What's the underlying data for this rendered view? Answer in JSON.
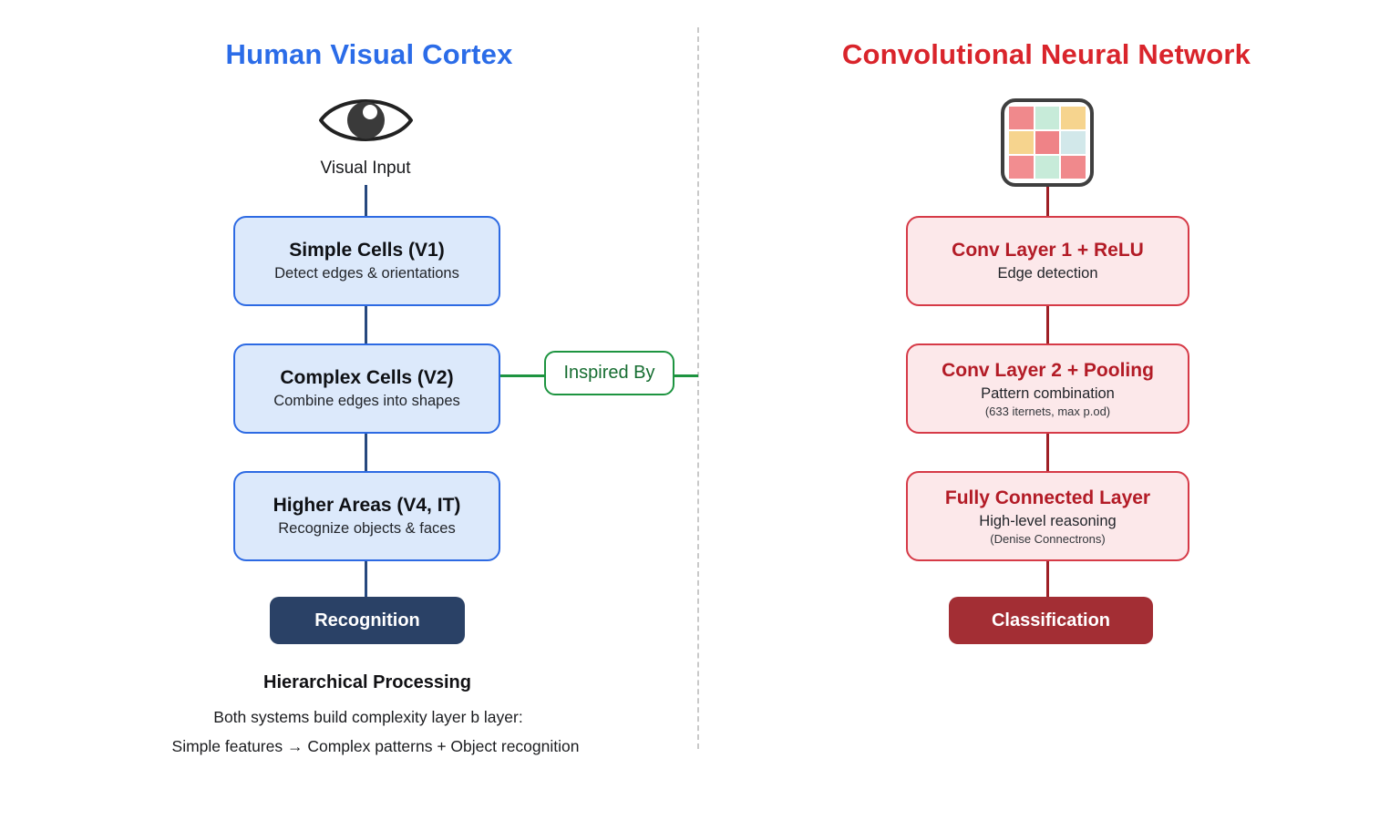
{
  "left": {
    "title": "Human Visual Cortex",
    "input_label": "Visual Input",
    "boxes": [
      {
        "title": "Simple Cells (V1)",
        "subtitle": "Detect edges & orientations"
      },
      {
        "title": "Complex Cells (V2)",
        "subtitle": "Combine edges into shapes"
      },
      {
        "title": "Higher Areas (V4, IT)",
        "subtitle": "Recognize objects & faces"
      }
    ],
    "terminal": "Recognition",
    "footer": {
      "heading": "Hierarchical Processing",
      "line1": "Both systems build complexity layer b layer:",
      "line2": "Simple features → Complex patterns + Object recognition"
    }
  },
  "connector": {
    "label": "Inspired By"
  },
  "right": {
    "title": "Convolutional Neural Network",
    "boxes": [
      {
        "title": "Conv Layer 1 + ReLU",
        "subtitle": "Edge detection",
        "note": ""
      },
      {
        "title": "Conv Layer 2 + Pooling",
        "subtitle": "Pattern combination",
        "note": "(633 iternets, max p.od)"
      },
      {
        "title": "Fully Connected Layer",
        "subtitle": "High-level reasoning",
        "note": "(Denise Connectrons)"
      }
    ],
    "terminal": "Classification",
    "grid_colors": [
      [
        "#f0898c",
        "#c7ebd9",
        "#f6d48e"
      ],
      [
        "#f6d48e",
        "#ef8387",
        "#d2e8ea"
      ],
      [
        "#f28d90",
        "#c7ebd9",
        "#f0898c"
      ]
    ]
  },
  "colors": {
    "left_accent": "#2b6ce8",
    "left_box_fill": "#dce9fb",
    "left_line": "#27497e",
    "right_accent": "#d9242b",
    "right_box_fill": "#fce8ea",
    "right_line": "#9e1f26",
    "green_accent": "#1d9440",
    "recognition_fill": "#2a4166",
    "classification_fill": "#a32e34"
  }
}
